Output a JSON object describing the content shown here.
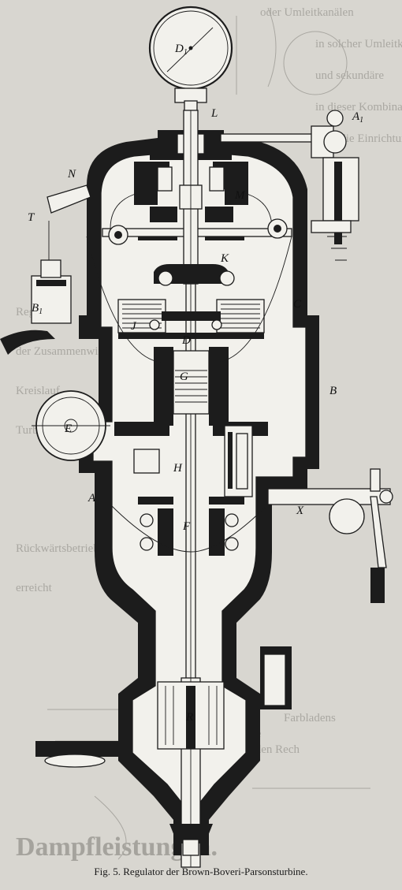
{
  "figure": {
    "caption": "Fig. 5.   Regulator der Brown-Boveri-Parsonsturbine.",
    "labels": {
      "D1": "D",
      "D1_sub": "1",
      "L": "L",
      "A1": "A",
      "A1_sub": "1",
      "N": "N",
      "M": "M",
      "T": "T",
      "K": "K",
      "B1": "B",
      "B1_sub": "1",
      "C": "C",
      "J": "J",
      "D": "D",
      "G": "G",
      "B": "B",
      "E": "E",
      "H": "H",
      "A": "A",
      "X": "X",
      "F": "F",
      "R": "R"
    }
  },
  "colors": {
    "paper": "#d8d6d0",
    "ink": "#1c1c1c",
    "bleed_through": "#a9a7a1"
  }
}
